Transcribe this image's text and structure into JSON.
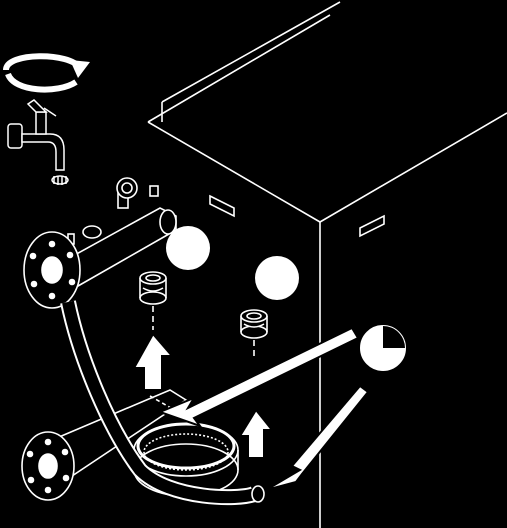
{
  "diagram": {
    "background_color": "#000000",
    "line_color": "#FFFFFF",
    "fill_color": "#FFFFFF",
    "parts": [
      {
        "name": "rotate-arrow-icon",
        "meaning": "turn valve"
      },
      {
        "name": "water-tap-icon"
      },
      {
        "name": "pump-manifold"
      },
      {
        "name": "connection-flange-top"
      },
      {
        "name": "connection-flange-bottom"
      },
      {
        "name": "drain-hose"
      },
      {
        "name": "filter-basket"
      },
      {
        "name": "rubber-plug-left"
      },
      {
        "name": "rubber-plug-right"
      },
      {
        "name": "machine-housing"
      }
    ],
    "indicators": {
      "timer_fraction": 0.25,
      "plug_count": 2,
      "callout_arrow_count": 2,
      "up_arrow_count": 2
    }
  }
}
